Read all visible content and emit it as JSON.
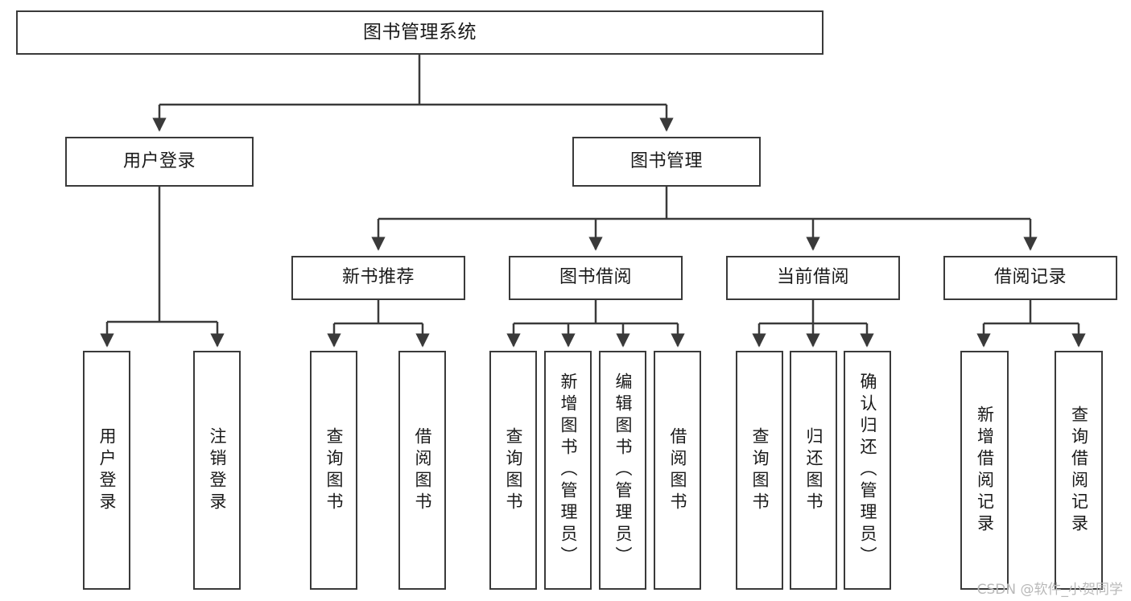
{
  "diagram": {
    "title": "图书管理系统",
    "type": "tree-hierarchy",
    "watermark": "CSDN @软件_小贺同学",
    "colors": {
      "border": "#3a3a3a",
      "fill": "#ffffff",
      "text": "#1a1a1a",
      "edge": "#3a3a3a",
      "watermark": "#b9b9b9"
    },
    "nodes": {
      "root": {
        "label": "图书管理系统"
      },
      "level2": [
        {
          "id": "user-login",
          "label": "用户登录"
        },
        {
          "id": "book-manage",
          "label": "图书管理"
        }
      ],
      "level3": [
        {
          "id": "new-book-recommend",
          "label": "新书推荐"
        },
        {
          "id": "book-borrow",
          "label": "图书借阅"
        },
        {
          "id": "current-borrow",
          "label": "当前借阅"
        },
        {
          "id": "borrow-record",
          "label": "借阅记录"
        }
      ],
      "leaves": {
        "user_login": [
          {
            "id": "leaf-user-login",
            "label": "用户登录"
          },
          {
            "id": "leaf-logout-login",
            "label": "注销登录"
          }
        ],
        "new_book_recommend": [
          {
            "id": "leaf-query-book-1",
            "label": "查询图书"
          },
          {
            "id": "leaf-borrow-book-1",
            "label": "借阅图书"
          }
        ],
        "book_borrow": [
          {
            "id": "leaf-query-book-2",
            "label": "查询图书"
          },
          {
            "id": "leaf-add-book",
            "label": "新增图书（管理员）"
          },
          {
            "id": "leaf-edit-book",
            "label": "编辑图书（管理员）"
          },
          {
            "id": "leaf-borrow-book-2",
            "label": "借阅图书"
          }
        ],
        "current_borrow": [
          {
            "id": "leaf-query-book-3",
            "label": "查询图书"
          },
          {
            "id": "leaf-return-book",
            "label": "归还图书"
          },
          {
            "id": "leaf-confirm-return",
            "label": "确认归还（管理员）"
          }
        ],
        "borrow_record": [
          {
            "id": "leaf-add-record",
            "label": "新增借阅记录"
          },
          {
            "id": "leaf-query-record",
            "label": "查询借阅记录"
          }
        ]
      }
    }
  }
}
